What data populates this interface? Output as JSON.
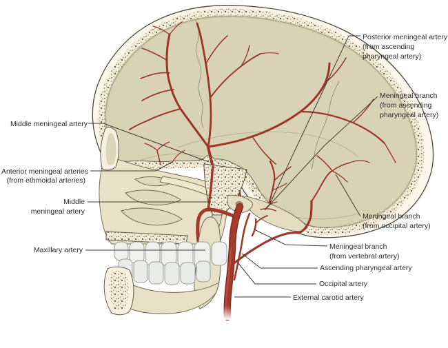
{
  "palette": {
    "background": "#ffffff",
    "bone_cream": "#f6f1e1",
    "bone_tan_cavity": "#d9d3b5",
    "bone_tan_surface": "#e9e2c6",
    "bone_outline": "#5f594a",
    "artery_red": "#a23a2b",
    "artery_dark": "#7b2a1e",
    "meningeal_red": "#9c3526",
    "tooth_white": "#f0f1ef",
    "label_text": "#2c2c2c",
    "leader_line": "#3a3a35"
  },
  "labels": {
    "left": [
      {
        "id": "middle-meningeal-artery-upper",
        "lines": [
          "Middle meningeal artery"
        ]
      },
      {
        "id": "anterior-meningeal-arteries",
        "lines": [
          "Anterior meningeal arteries",
          "(from ethmoidal arteries)"
        ]
      },
      {
        "id": "middle-meningeal-artery-lower",
        "lines": [
          "Middle",
          "meningeal artery"
        ]
      },
      {
        "id": "maxillary-artery",
        "lines": [
          "Maxillary artery"
        ]
      }
    ],
    "right": [
      {
        "id": "posterior-meningeal-artery",
        "lines": [
          "Posterior meningeal artery",
          "(from ascending",
          "pharyngeal artery)"
        ]
      },
      {
        "id": "meningeal-branch-ascending-pharyngeal",
        "lines": [
          "Meningeal branch",
          "(from ascending",
          "pharyngeal artery)"
        ]
      },
      {
        "id": "meningeal-branch-occipital",
        "lines": [
          "Meningeal branch",
          "(from occipital artery)"
        ]
      },
      {
        "id": "meningeal-branch-vertebral",
        "lines": [
          "Meningeal branch",
          "(from vertebral artery)"
        ]
      },
      {
        "id": "ascending-pharyngeal-artery",
        "lines": [
          "Ascending pharyngeal artery"
        ]
      },
      {
        "id": "occipital-artery",
        "lines": [
          "Occipital artery"
        ]
      },
      {
        "id": "external-carotid-artery",
        "lines": [
          "External carotid artery"
        ]
      }
    ]
  }
}
